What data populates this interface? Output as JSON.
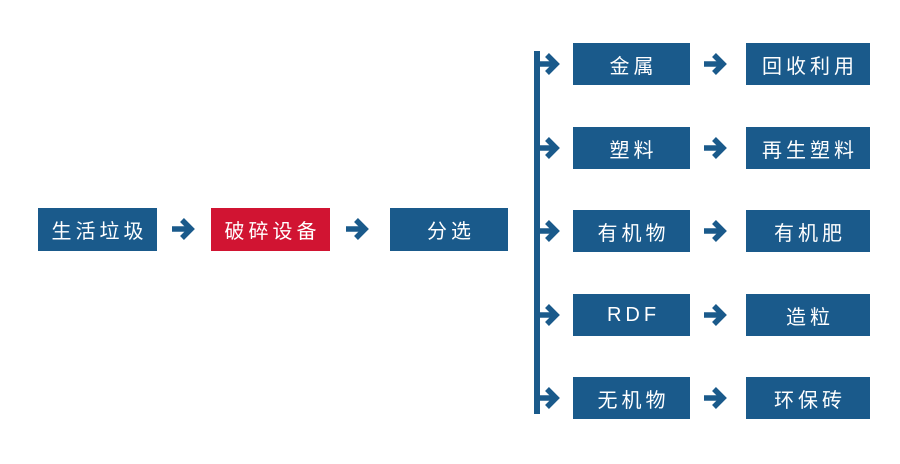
{
  "diagram": {
    "type": "flowchart",
    "colors": {
      "primary_blue": "#1A5A8B",
      "accent_red": "#D11432",
      "text": "#FFFFFF",
      "background": "#FFFFFF"
    },
    "icons": {
      "flow_arrow": "→"
    },
    "main_flow": {
      "source": "生活垃圾",
      "crusher": "破碎设备",
      "sorting": "分选"
    },
    "branches": [
      {
        "output": "金属",
        "result": "回收利用"
      },
      {
        "output": "塑料",
        "result": "再生塑料"
      },
      {
        "output": "有机物",
        "result": "有机肥"
      },
      {
        "output": "RDF",
        "result": "造粒"
      },
      {
        "output": "无机物",
        "result": "环保砖"
      }
    ]
  }
}
